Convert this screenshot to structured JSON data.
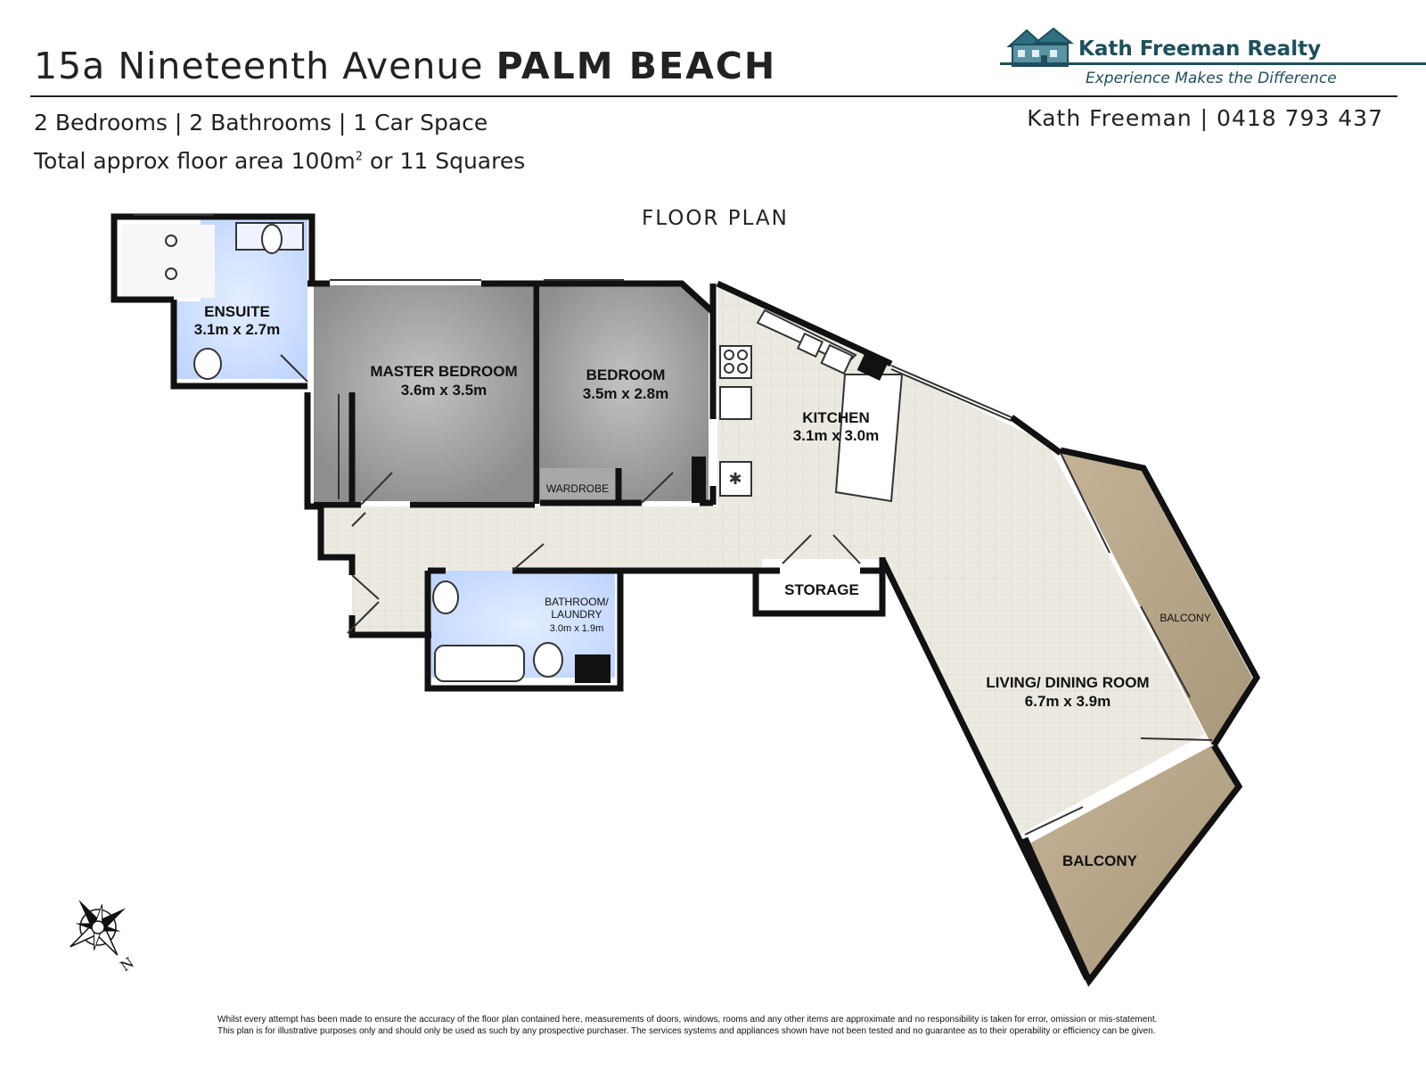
{
  "header": {
    "address": "15a Nineteenth Avenue",
    "suburb": "PALM BEACH",
    "features": "2 Bedrooms | 2 Bathrooms | 1 Car Space",
    "area_prefix": "Total approx floor area 100m",
    "area_sup": "2",
    "area_suffix": " or 11 Squares",
    "contact": "Kath Freeman | 0418 793 437"
  },
  "brand": {
    "name": "Kath Freeman Realty",
    "tagline": "Experience Makes the Difference",
    "color": "#1d4f5c",
    "logo_icon": "house-logo-icon"
  },
  "plan": {
    "title": "FLOOR PLAN",
    "rooms": {
      "ensuite": {
        "name": "ENSUITE",
        "size": "3.1m x 2.7m"
      },
      "master": {
        "name": "MASTER BEDROOM",
        "size": "3.6m x 3.5m"
      },
      "bedroom": {
        "name": "BEDROOM",
        "size": "3.5m x 2.8m"
      },
      "kitchen": {
        "name": "KITCHEN",
        "size": "3.1m x 3.0m"
      },
      "wardrobe": {
        "name": "WARDROBE"
      },
      "storage": {
        "name": "STORAGE"
      },
      "bathroom": {
        "name1": "BATHROOM/",
        "name2": "LAUNDRY",
        "size": "3.0m x 1.9m"
      },
      "living": {
        "name": "LIVING/ DINING ROOM",
        "size": "6.7m x 3.9m"
      },
      "balcony_right": {
        "name": "BALCONY"
      },
      "balcony_bottom": {
        "name": "BALCONY"
      }
    },
    "compass": {
      "label": "N",
      "icon": "compass-rose-icon"
    },
    "colors": {
      "wet_area": "#c9dcff",
      "bedroom": "#9a9a9a",
      "floor_tile": "#ece9e1",
      "balcony": "#b6a58a",
      "wall": "#111111"
    }
  },
  "disclaimer": {
    "line1": "Whilst every attempt has been made to ensure the accuracy of the floor plan contained here, measurements of doors, windows, rooms and any other items are approximate and no responsibility is taken for error, omission or mis-statement.",
    "line2": "This plan is for illustrative purposes only and should only be used as such by any prospective purchaser. The services systems and appliances shown have not been tested and no guarantee as to their operability or efficiency can be given."
  }
}
